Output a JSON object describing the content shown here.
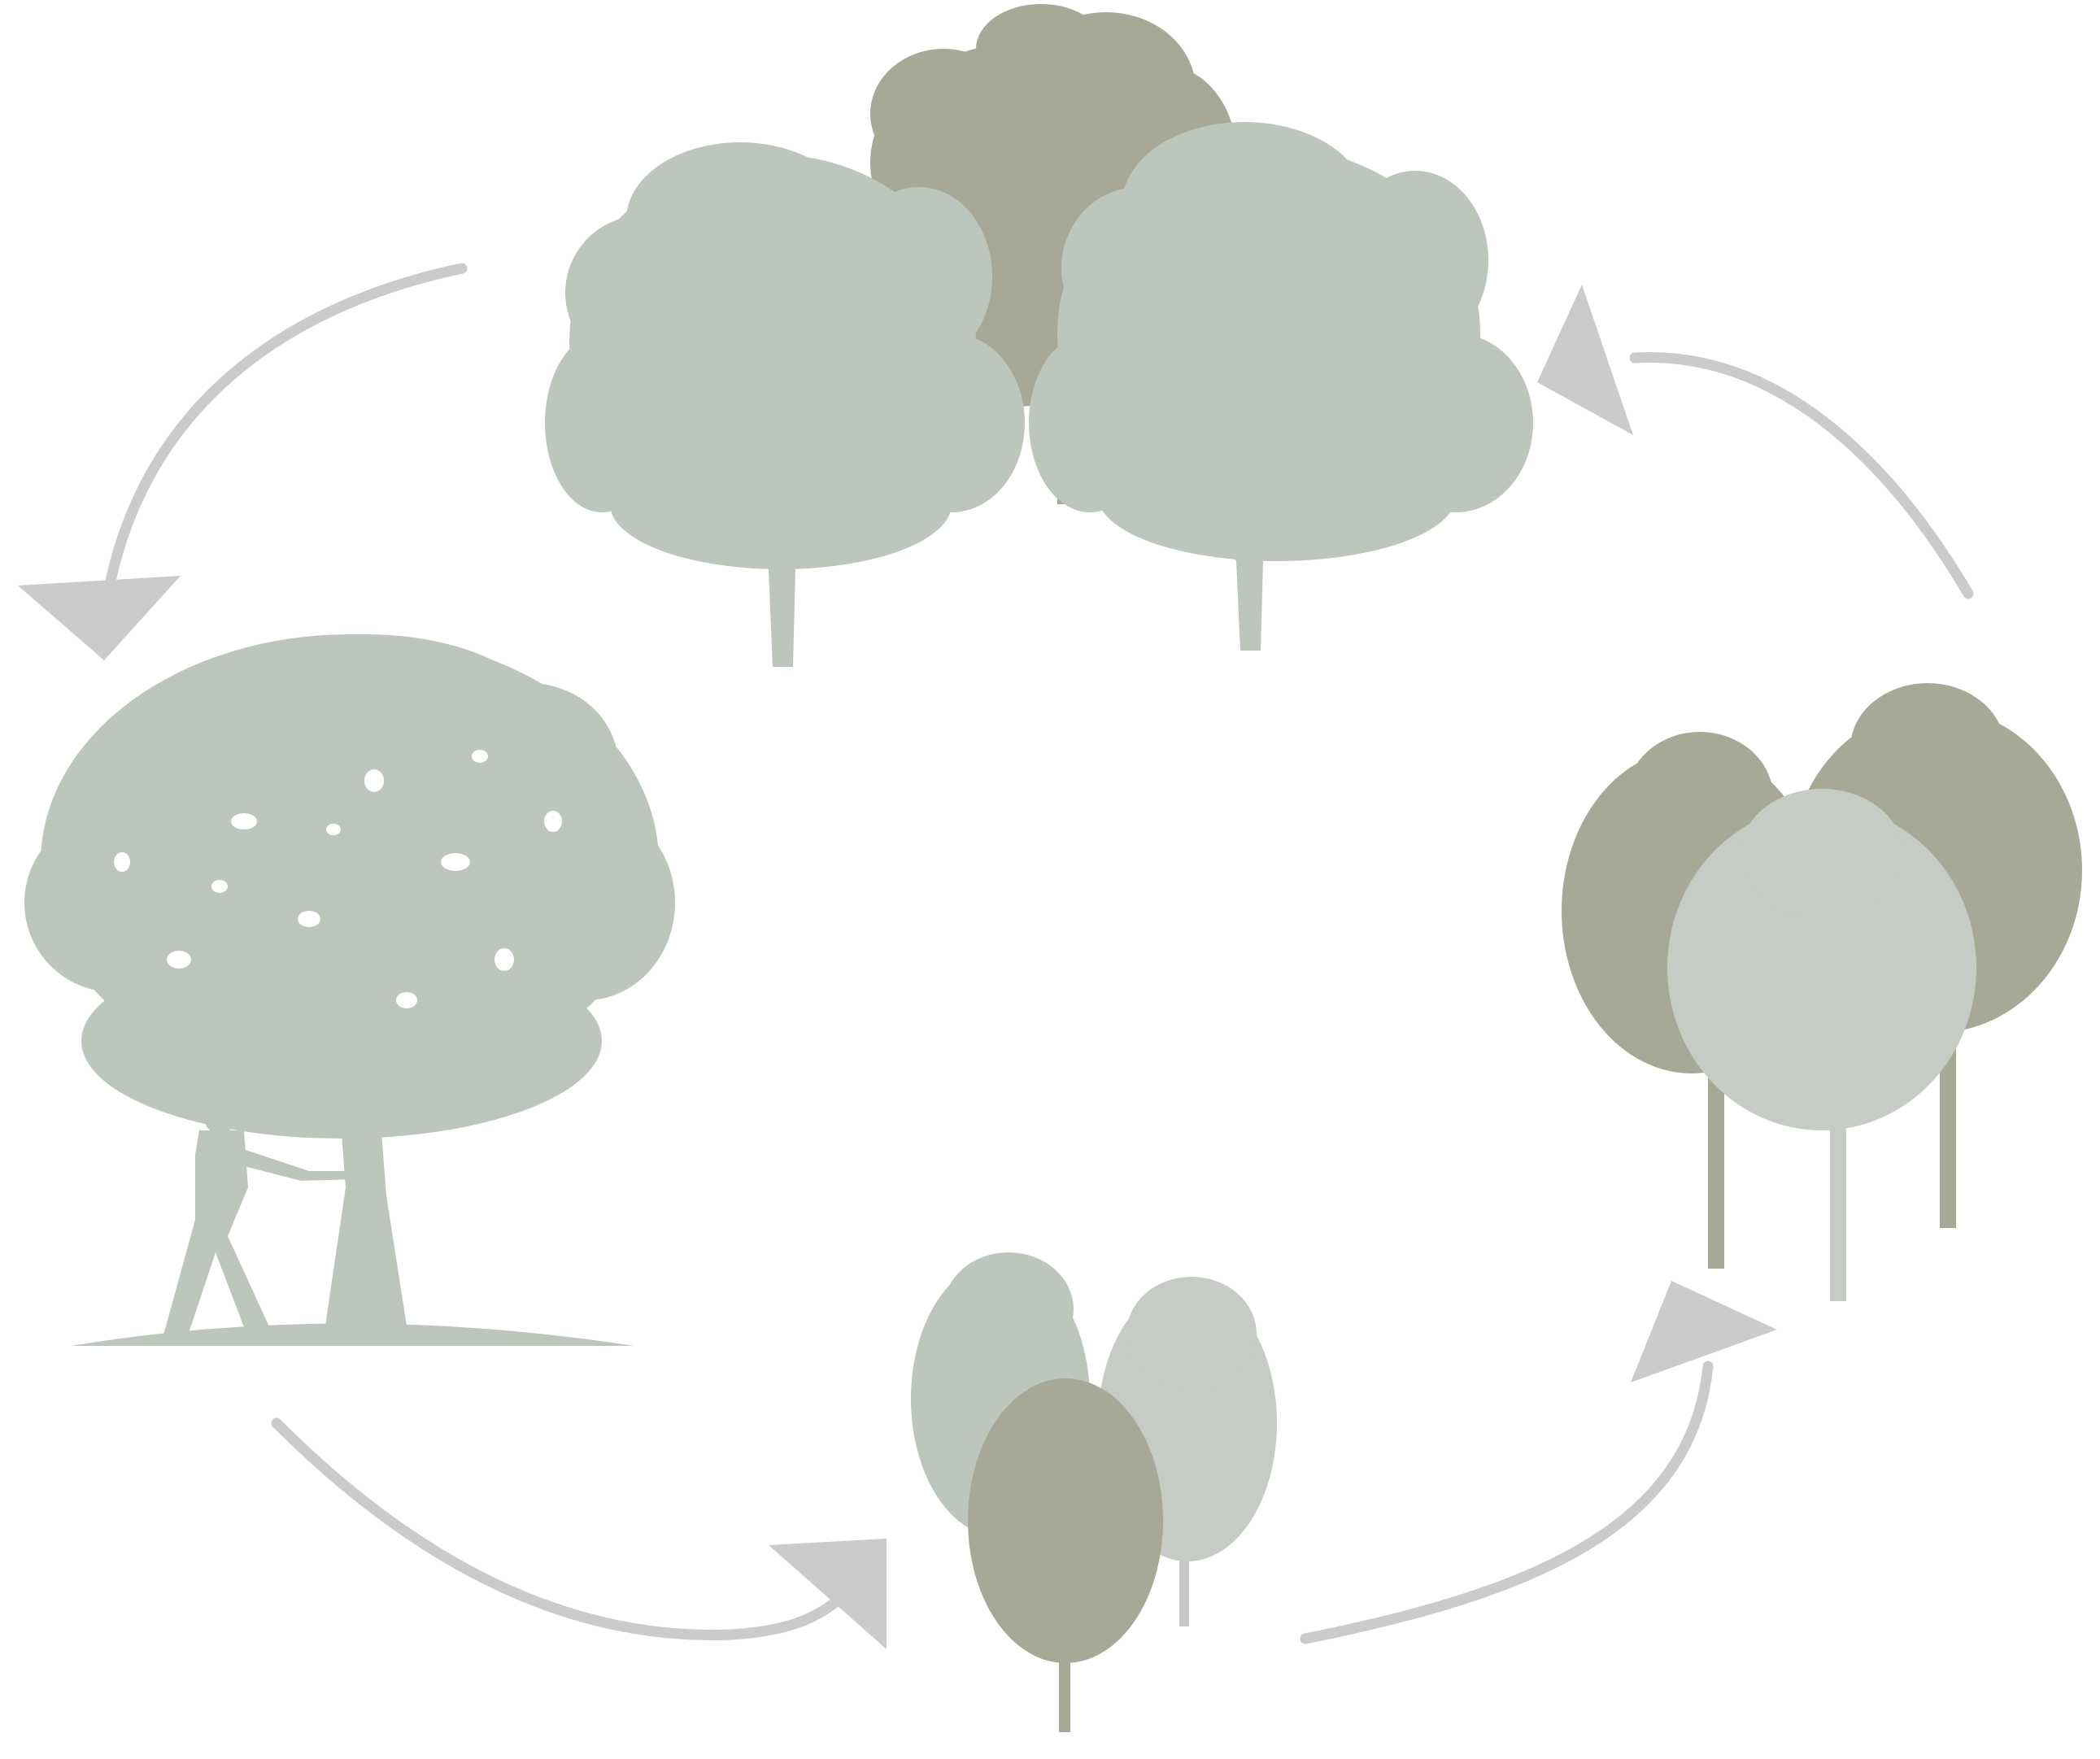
{
  "diagram": {
    "type": "forest-management-cycle",
    "stages": [
      {
        "id": "mature-forest",
        "icon": "mature-trees-icon"
      },
      {
        "id": "harvest",
        "icon": "lumberjack-felling-tree-icon"
      },
      {
        "id": "regeneration",
        "icon": "young-trees-icon"
      },
      {
        "id": "growing-forest",
        "icon": "growing-trees-icon"
      }
    ],
    "arrows": [
      {
        "from": "mature-forest",
        "to": "harvest",
        "icon": "curved-arrow-icon"
      },
      {
        "from": "harvest",
        "to": "regeneration",
        "icon": "curved-arrow-icon"
      },
      {
        "from": "regeneration",
        "to": "growing-forest",
        "icon": "curved-arrow-icon"
      },
      {
        "from": "growing-forest",
        "to": "mature-forest",
        "icon": "curved-arrow-icon"
      }
    ],
    "colors": {
      "background": "#ffffff",
      "arrow": "#cbcbcb",
      "sage": "#bcc6bc",
      "olive": "#a7a996",
      "pale": "#c6cbc6"
    }
  }
}
